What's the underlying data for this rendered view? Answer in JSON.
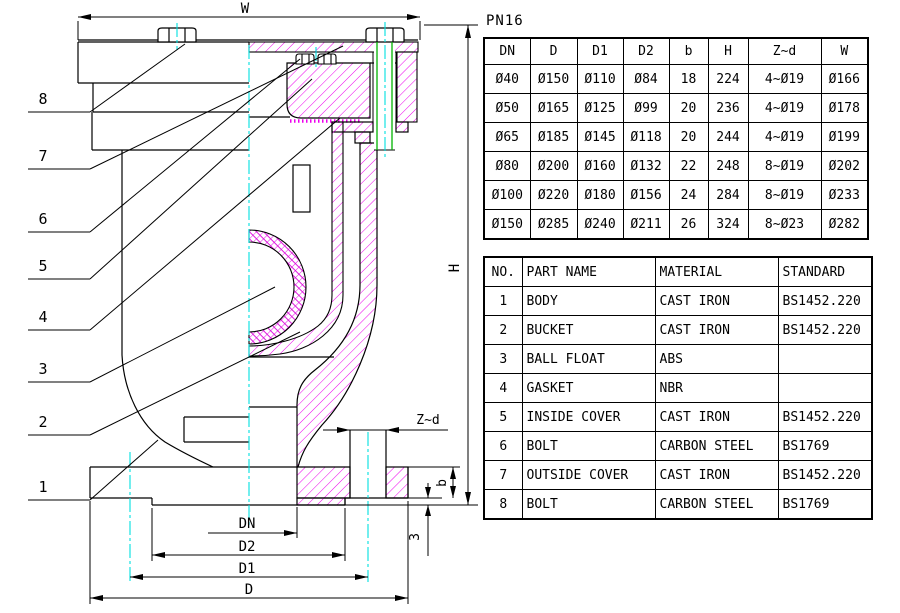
{
  "rating_label": "PN16",
  "drawing": {
    "dimension_labels": {
      "width": "W",
      "height": "H",
      "bolt_holes": "Z~d",
      "flange_thickness": "b",
      "raised_face_height": "3",
      "nominal_bore": "DN",
      "raised_face_diameter": "D2",
      "bolt_circle_diameter": "D1",
      "flange_diameter": "D"
    },
    "leader_numbers": [
      "8",
      "7",
      "6",
      "5",
      "4",
      "3",
      "2",
      "1"
    ],
    "colors": {
      "hatch": "#ee00ee",
      "centerline": "#00e0e0",
      "bolt": "#00b400",
      "outline": "#000000"
    }
  },
  "dimension_table": {
    "headers": [
      "DN",
      "D",
      "D1",
      "D2",
      "b",
      "H",
      "Z~d",
      "W"
    ],
    "rows": [
      [
        "Ø40",
        "Ø150",
        "Ø110",
        "Ø84",
        "18",
        "224",
        "4~Ø19",
        "Ø166"
      ],
      [
        "Ø50",
        "Ø165",
        "Ø125",
        "Ø99",
        "20",
        "236",
        "4~Ø19",
        "Ø178"
      ],
      [
        "Ø65",
        "Ø185",
        "Ø145",
        "Ø118",
        "20",
        "244",
        "4~Ø19",
        "Ø199"
      ],
      [
        "Ø80",
        "Ø200",
        "Ø160",
        "Ø132",
        "22",
        "248",
        "8~Ø19",
        "Ø202"
      ],
      [
        "Ø100",
        "Ø220",
        "Ø180",
        "Ø156",
        "24",
        "284",
        "8~Ø19",
        "Ø233"
      ],
      [
        "Ø150",
        "Ø285",
        "Ø240",
        "Ø211",
        "26",
        "324",
        "8~Ø23",
        "Ø282"
      ]
    ]
  },
  "parts_table": {
    "headers": [
      "NO.",
      "PART NAME",
      "MATERIAL",
      "STANDARD"
    ],
    "rows": [
      [
        "1",
        "BODY",
        "CAST IRON",
        "BS1452.220"
      ],
      [
        "2",
        "BUCKET",
        "CAST IRON",
        "BS1452.220"
      ],
      [
        "3",
        "BALL FLOAT",
        "ABS",
        ""
      ],
      [
        "4",
        "GASKET",
        "NBR",
        ""
      ],
      [
        "5",
        "INSIDE COVER",
        "CAST IRON",
        "BS1452.220"
      ],
      [
        "6",
        "BOLT",
        "CARBON STEEL",
        "BS1769"
      ],
      [
        "7",
        "OUTSIDE COVER",
        "CAST IRON",
        "BS1452.220"
      ],
      [
        "8",
        "BOLT",
        "CARBON STEEL",
        "BS1769"
      ]
    ]
  }
}
